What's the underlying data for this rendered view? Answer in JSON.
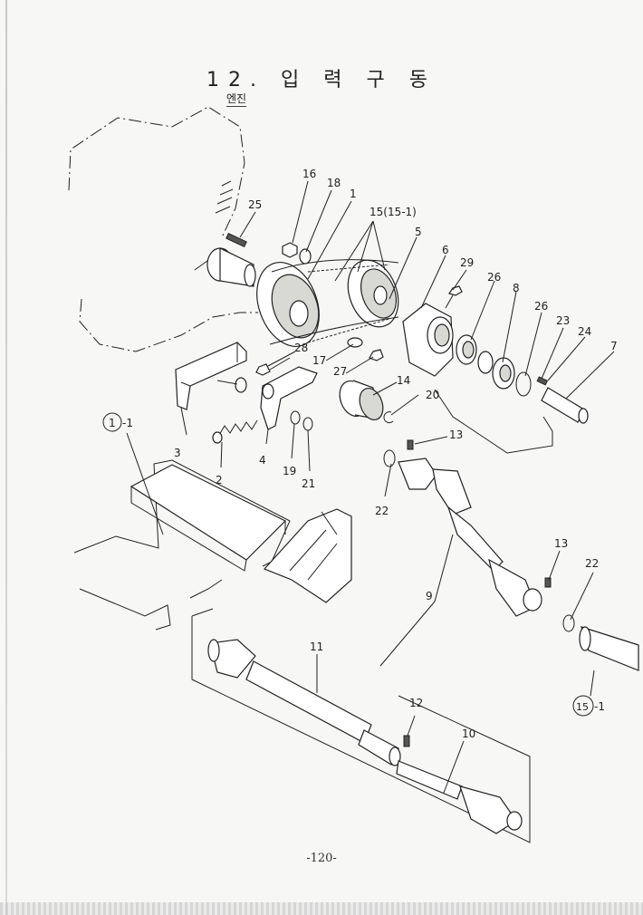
{
  "page": {
    "title": "12. 입 력 구 동",
    "engine_label": "엔진",
    "page_number": "-120-"
  },
  "callouts": [
    {
      "id": "16",
      "label": "16"
    },
    {
      "id": "18",
      "label": "18"
    },
    {
      "id": "1",
      "label": "1"
    },
    {
      "id": "15",
      "label": "15(15-1)"
    },
    {
      "id": "5",
      "label": "5"
    },
    {
      "id": "25",
      "label": "25"
    },
    {
      "id": "6",
      "label": "6"
    },
    {
      "id": "29",
      "label": "29"
    },
    {
      "id": "26a",
      "label": "26"
    },
    {
      "id": "8",
      "label": "8"
    },
    {
      "id": "26b",
      "label": "26"
    },
    {
      "id": "23",
      "label": "23"
    },
    {
      "id": "24",
      "label": "24"
    },
    {
      "id": "7",
      "label": "7"
    },
    {
      "id": "28",
      "label": "28"
    },
    {
      "id": "17",
      "label": "17"
    },
    {
      "id": "27",
      "label": "27"
    },
    {
      "id": "14",
      "label": "14"
    },
    {
      "id": "20",
      "label": "20"
    },
    {
      "id": "13a",
      "label": "13"
    },
    {
      "id": "3",
      "label": "3"
    },
    {
      "id": "4",
      "label": "4"
    },
    {
      "id": "19",
      "label": "19"
    },
    {
      "id": "21",
      "label": "21"
    },
    {
      "id": "2",
      "label": "2"
    },
    {
      "id": "22a",
      "label": "22"
    },
    {
      "id": "13b",
      "label": "13"
    },
    {
      "id": "22b",
      "label": "22"
    },
    {
      "id": "9",
      "label": "9"
    },
    {
      "id": "11",
      "label": "11"
    },
    {
      "id": "12",
      "label": "12"
    },
    {
      "id": "10",
      "label": "10"
    }
  ],
  "circled_refs": [
    {
      "id": "ref-1-1",
      "label": "1",
      "suffix": "-1"
    },
    {
      "id": "ref-15-1",
      "label": "15",
      "suffix": "-1"
    }
  ]
}
